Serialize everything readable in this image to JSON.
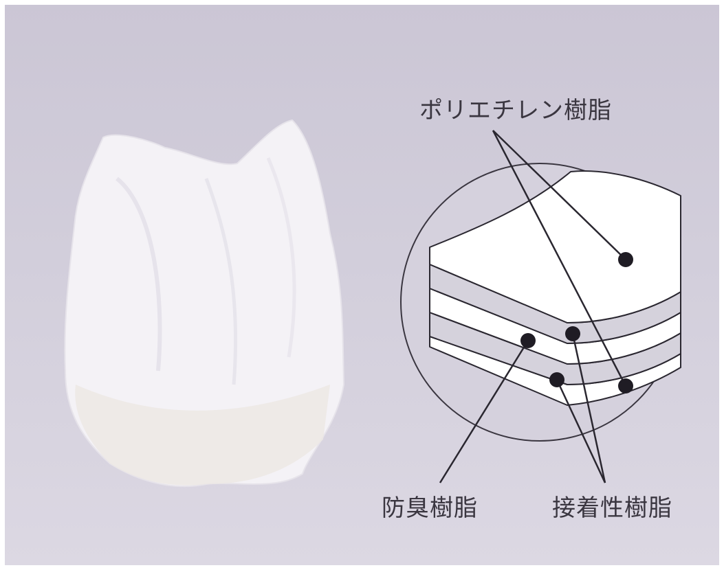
{
  "labels": {
    "polyethylene": "ポリエチレン樹脂",
    "deodorant": "防臭樹脂",
    "adhesive": "接着性樹脂"
  },
  "colors": {
    "background": "#cfcad8",
    "bag": "#f4f2f6",
    "layer_white": "#ffffff",
    "layer_gray": "#d5d2dc",
    "line": "#2a2730",
    "dot": "#1f1c24"
  }
}
